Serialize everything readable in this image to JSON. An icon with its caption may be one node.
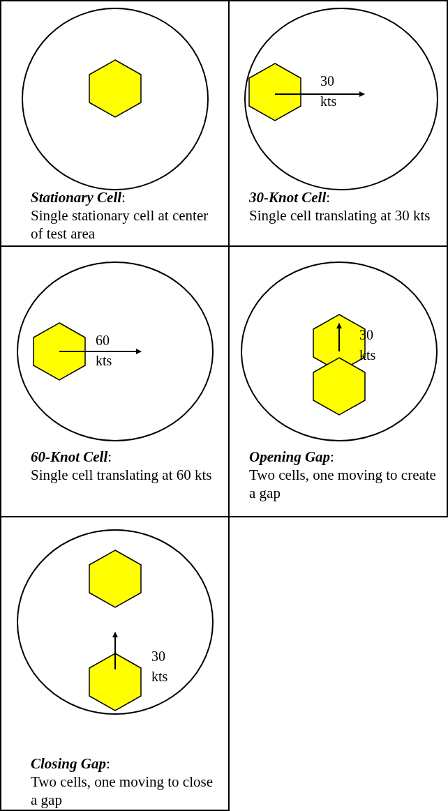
{
  "diagram": {
    "labels": [
      "**Stationary Cell**:",
      "Single stationary cell at center of test area",
      "30 kts",
      "**30-Knot Cell**:",
      "Single cell translating at 30 kts",
      "60 kts",
      "**60-Knot Cell**:",
      "Single cell translating at 60 kts",
      "30 kts",
      "**Opening Gap**:",
      "Two cells, one moving to create a gap",
      "30 kts",
      "**Closing Gap**:",
      "Two cells, one moving to close a gap"
    ]
  }
}
